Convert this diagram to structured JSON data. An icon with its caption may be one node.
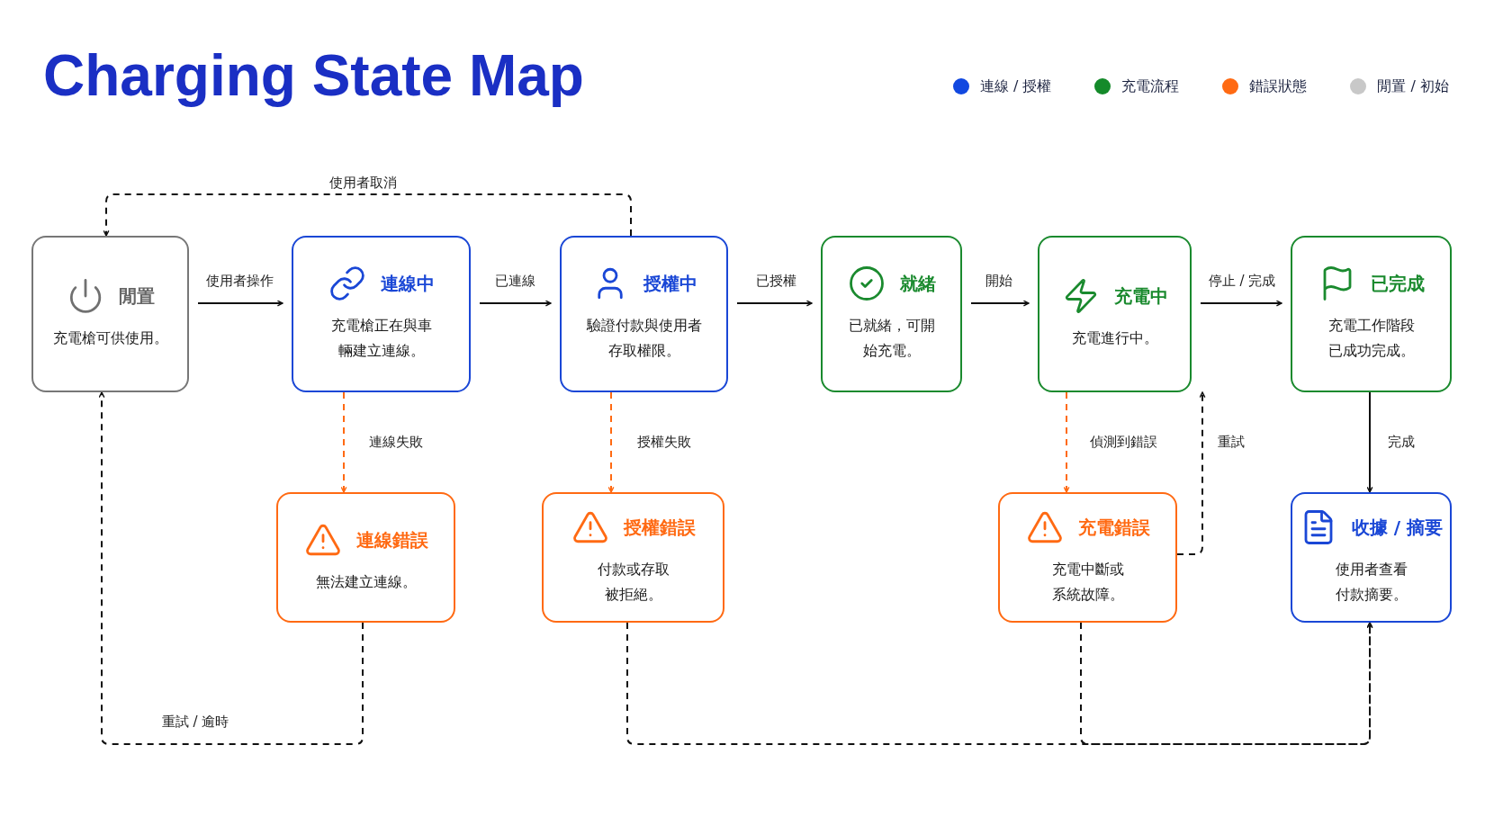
{
  "diagram": {
    "title": "Charging State Map",
    "nodes": [
      {
        "text": [
          "閒置",
          "充電槍可供使用。"
        ]
      },
      {
        "text": [
          "連線中",
          "充電槍正在與車輛建立連線。"
        ]
      },
      {
        "text": [
          "授權中",
          "驗證付款與使用者存取權限。"
        ]
      },
      {
        "text": [
          "就緒",
          "已就緒，可開始充電。"
        ]
      },
      {
        "text": [
          "充電中",
          "充電進行中。"
        ]
      },
      {
        "text": [
          "已完成",
          "充電工作階段已成功完成。"
        ]
      },
      {
        "text": [
          "連線錯誤",
          "無法建立連線。"
        ]
      },
      {
        "text": [
          "授權錯誤",
          "付款或存取被拒絕。"
        ]
      },
      {
        "text": [
          "充電錯誤",
          "充電中斷或系統故障。"
        ]
      },
      {
        "text": [
          "收據 / 摘要",
          "使用者查看付款摘要。"
        ]
      }
    ],
    "edges": [
      {
        "from": 0,
        "to": 1,
        "arrow": "to",
        "label": "使用者操作"
      },
      {
        "from": 1,
        "to": 2,
        "arrow": "to",
        "label": "已連線"
      },
      {
        "from": 2,
        "to": 3,
        "arrow": "to",
        "label": "已授權"
      },
      {
        "from": 3,
        "to": 4,
        "arrow": "to",
        "label": "開始"
      },
      {
        "from": 4,
        "to": 5,
        "arrow": "to",
        "label": "停止 / 完成"
      },
      {
        "from": 2,
        "to": 0,
        "arrow": "to",
        "label": "使用者取消",
        "style": "dashed"
      },
      {
        "from": 1,
        "to": 6,
        "arrow": "to",
        "label": "連線失敗",
        "style": "dashed",
        "color": "#ff6a13"
      },
      {
        "from": 2,
        "to": 7,
        "arrow": "to",
        "label": "授權失敗",
        "style": "dashed",
        "color": "#ff6a13"
      },
      {
        "from": 4,
        "to": 8,
        "arrow": "to",
        "label": "偵測到錯誤",
        "style": "dashed",
        "color": "#ff6a13"
      },
      {
        "from": 8,
        "to": 4,
        "arrow": "to",
        "label": "重試",
        "style": "dashed"
      },
      {
        "from": 5,
        "to": 9,
        "arrow": "to",
        "label": "完成"
      },
      {
        "from": 6,
        "to": 0,
        "arrow": "to",
        "label": "重試 / 逾時",
        "style": "dashed"
      },
      {
        "from": 7,
        "to": 9,
        "arrow": "to",
        "style": "dashed"
      },
      {
        "from": 8,
        "to": 9,
        "arrow": "to",
        "style": "dashed"
      }
    ],
    "legend": [
      {
        "text": "連線 / 授權",
        "color": "#1148e0"
      },
      {
        "text": "充電流程",
        "color": "#148a2a"
      },
      {
        "text": "錯誤狀態",
        "color": "#ff6a13"
      },
      {
        "text": "閒置 / 初始",
        "color": "#c8c8c8"
      }
    ]
  }
}
